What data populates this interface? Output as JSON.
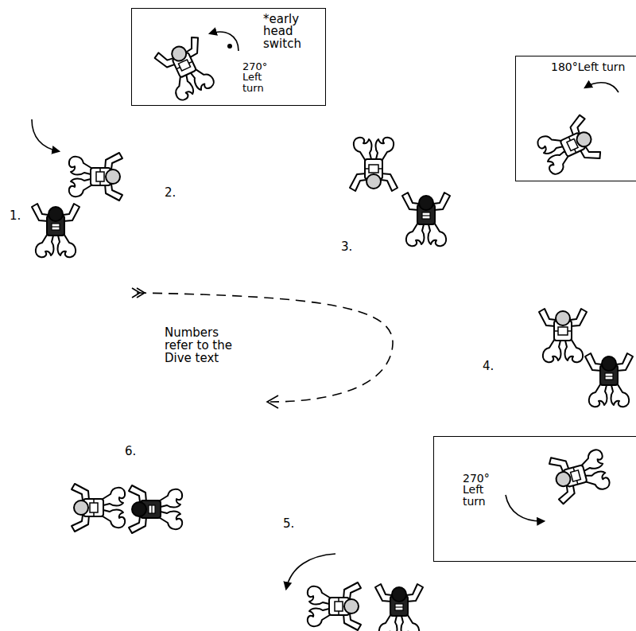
{
  "diagram": {
    "nodes": [
      {
        "text": [
          "*early head switch",
          "270° Left turn"
        ]
      },
      {
        "text": [
          "180°Left turn"
        ]
      },
      {
        "text": [
          "270° Left turn"
        ]
      }
    ],
    "labels": [
      "1.",
      "2.",
      "3.",
      "4.",
      "5.",
      "6.",
      "Numbers refer to the Dive text"
    ]
  }
}
